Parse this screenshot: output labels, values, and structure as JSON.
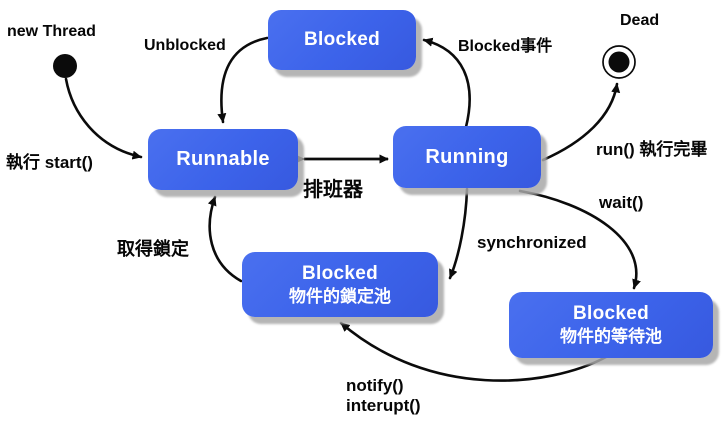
{
  "diagram": {
    "background_color": "#ffffff",
    "node_fill_color": "#3c63ea",
    "node_text_color": "#ffffff",
    "edge_color": "#0b0b0b",
    "nodes": {
      "start": {
        "label": "new Thread",
        "shape": "filled-circle"
      },
      "dead": {
        "label": "Dead",
        "shape": "final-state-circle"
      },
      "blocked_top": {
        "label": "Blocked"
      },
      "runnable": {
        "label": "Runnable"
      },
      "running": {
        "label": "Running"
      },
      "lock_pool": {
        "label": "Blocked",
        "sublabel": "物件的鎖定池"
      },
      "wait_pool": {
        "label": "Blocked",
        "sublabel": "物件的等待池"
      }
    },
    "edge_labels": {
      "unblocked": "Unblocked",
      "blocked_event": "Blocked事件",
      "run_start": "執行 start()",
      "scheduler": "排班器",
      "run_complete": "run() 執行完畢",
      "wait_call": "wait()",
      "synchronized": "synchronized",
      "acquire_lock": "取得鎖定",
      "notify_call": "notify()",
      "interrupt_call": "interupt()"
    }
  }
}
